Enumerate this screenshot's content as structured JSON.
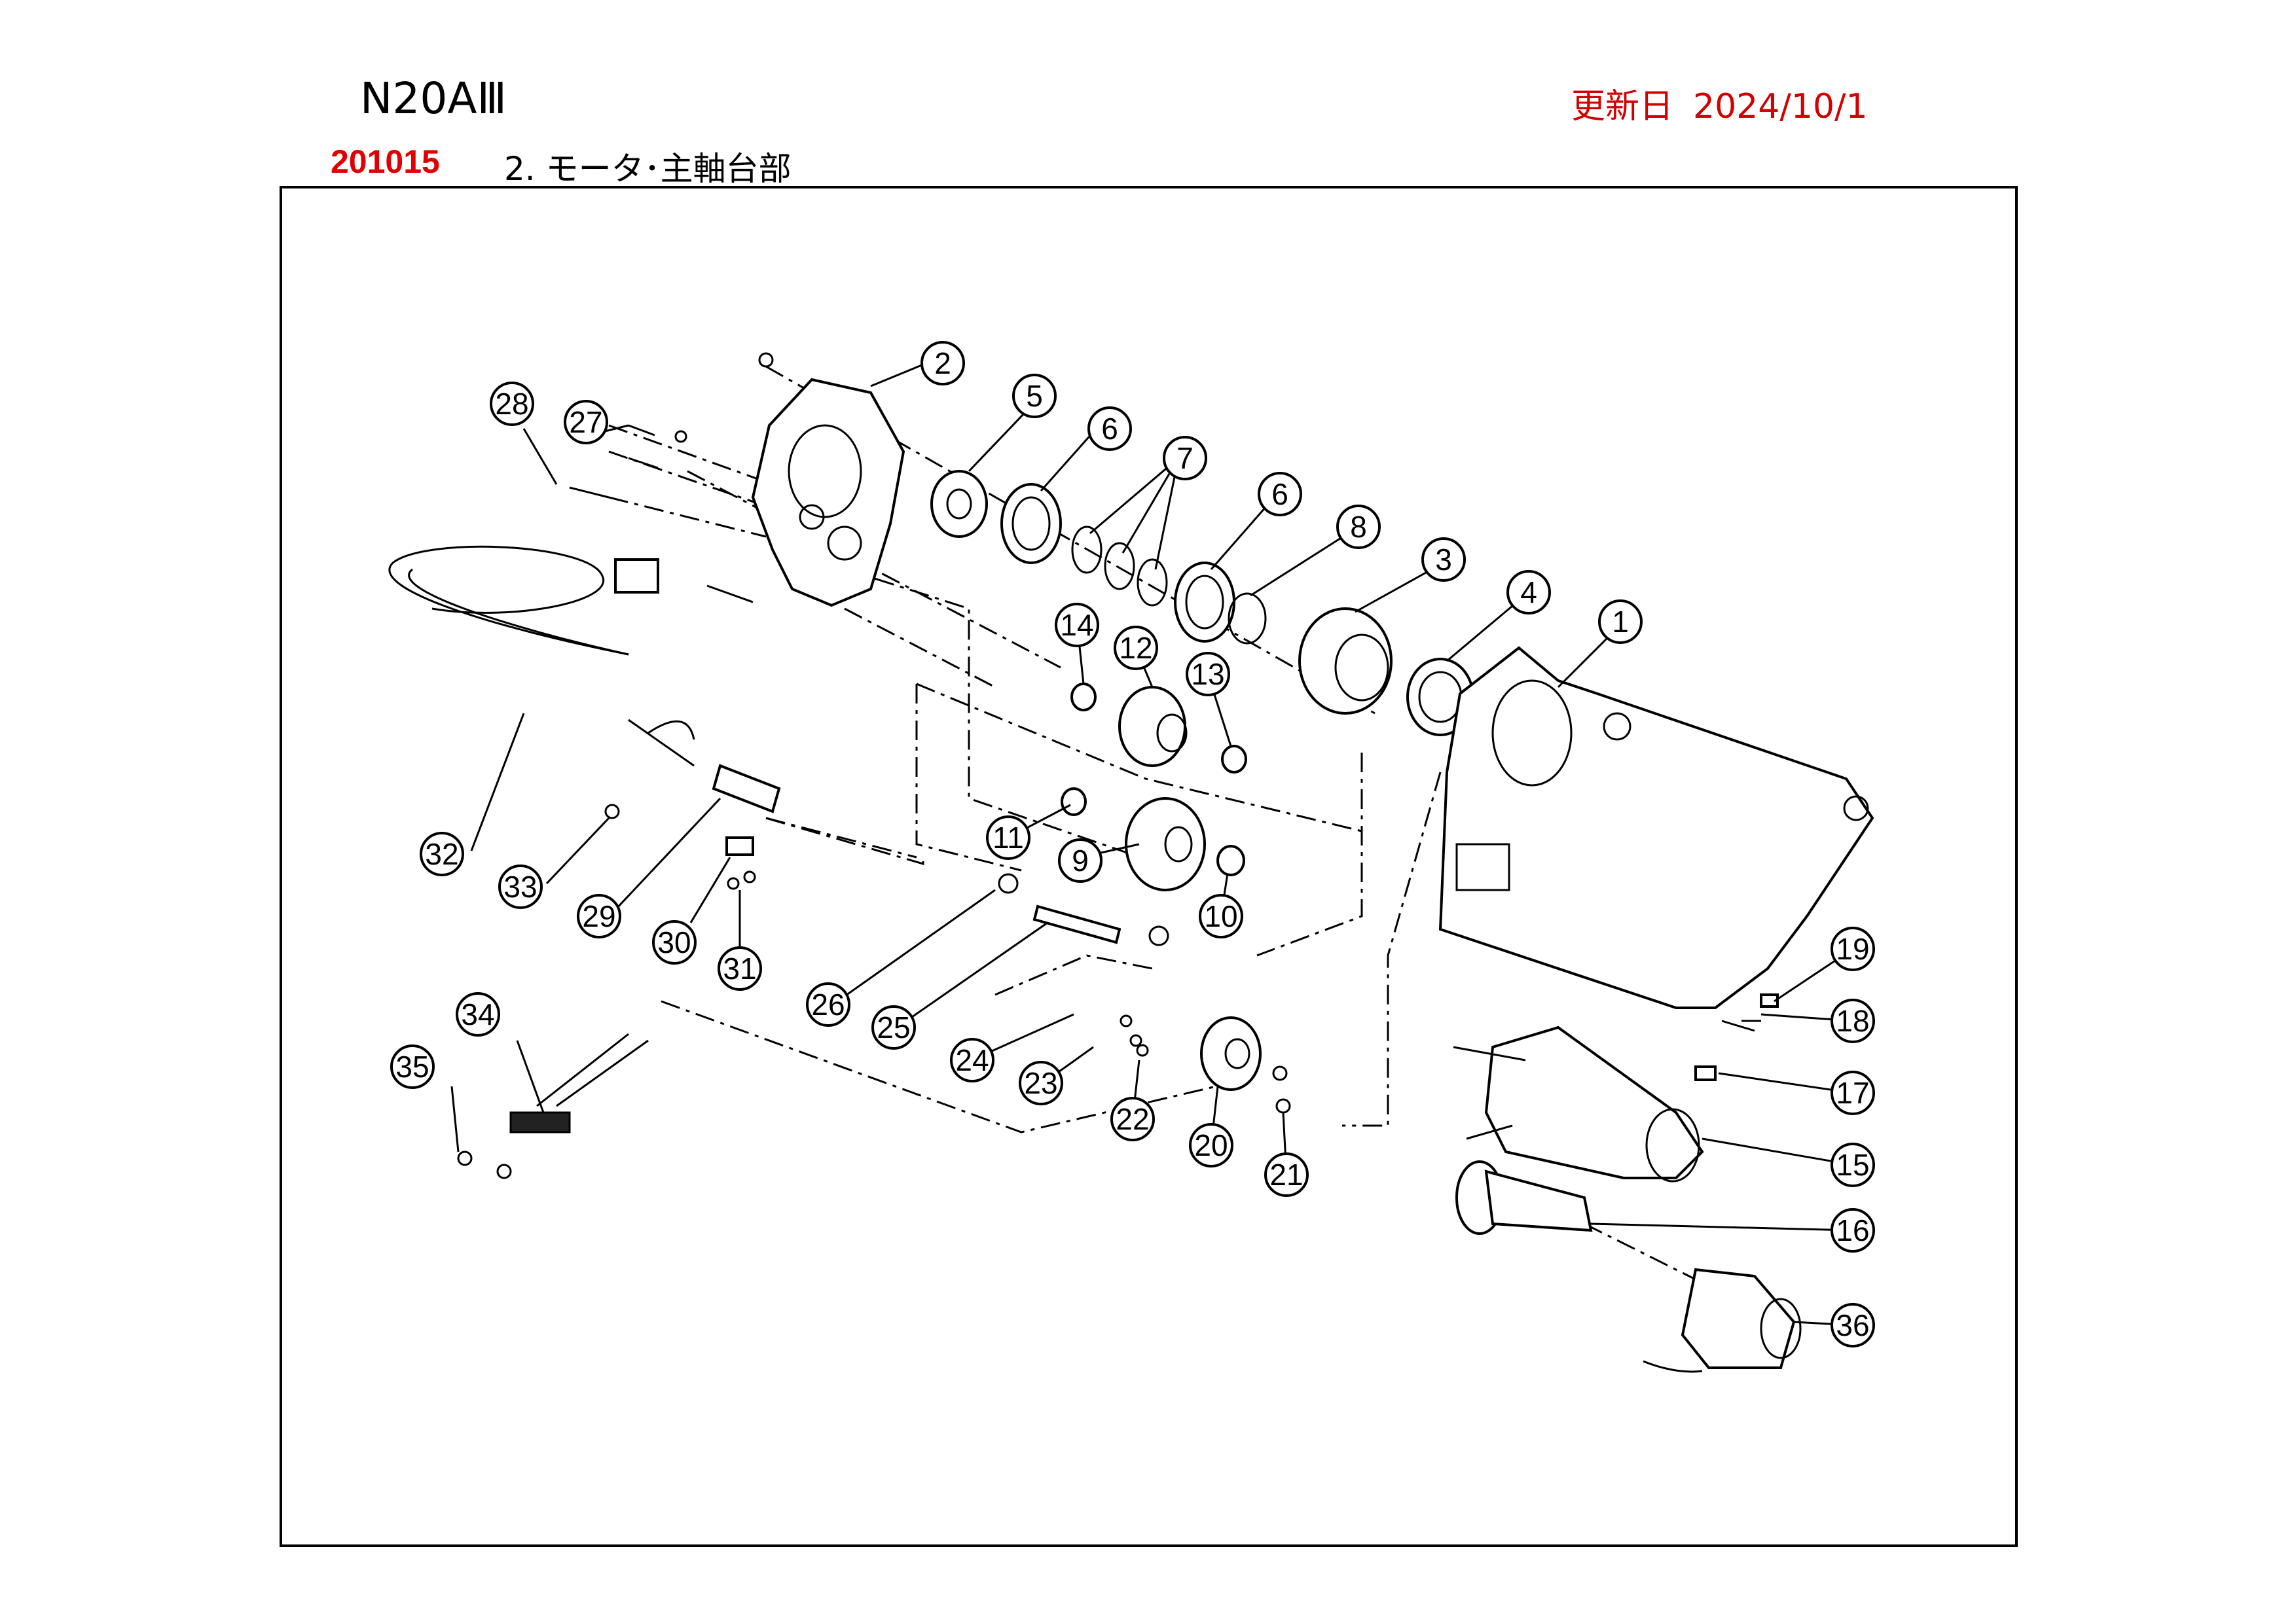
{
  "header": {
    "model": "N20AⅢ",
    "updated_label": "更新日",
    "updated_date": "2024/10/1",
    "section_code": "201015",
    "section_title": "2. モータ･主軸台部"
  },
  "callouts": [
    "1",
    "2",
    "3",
    "4",
    "5",
    "6",
    "6",
    "7",
    "8",
    "9",
    "10",
    "11",
    "12",
    "13",
    "14",
    "15",
    "16",
    "17",
    "18",
    "19",
    "20",
    "21",
    "22",
    "23",
    "24",
    "25",
    "26",
    "27",
    "28",
    "29",
    "30",
    "31",
    "32",
    "33",
    "34",
    "35",
    "36"
  ],
  "colors": {
    "accent_red": "#e00000",
    "line": "#000000"
  }
}
